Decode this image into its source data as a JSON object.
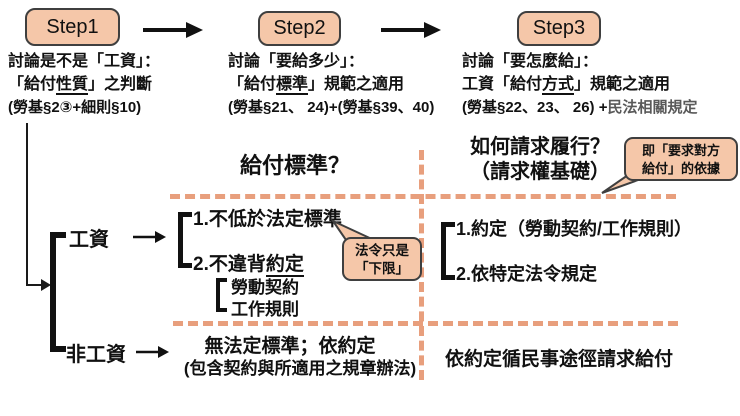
{
  "colors": {
    "peach": "#f5c7a9",
    "dash_line": "#e89f7d",
    "gray_text": "#595959"
  },
  "steps": [
    {
      "label": "Step1",
      "line1": "討論是不是「工資」：",
      "line2_pre": "「給付",
      "line2_u": "性質",
      "line2_post": "」之判斷",
      "line3": "(勞基§2③+細則§10)",
      "line3_gray": ""
    },
    {
      "label": "Step2",
      "line1": "討論「要給多少」：",
      "line2_pre": "「給付",
      "line2_u": "標準",
      "line2_post": "」規範之適用",
      "line3": "(勞基§21、 24)+(勞基§39、40)",
      "line3_gray": ""
    },
    {
      "label": "Step3",
      "line1": "討論「要怎麼給」：",
      "line2_pre": "工資「給付",
      "line2_u": "方式",
      "line2_post": "」規範之適用",
      "line3": "(勞基§22、23、 26) +",
      "line3_gray": "民法相關規定"
    }
  ],
  "grid": {
    "standard_heading": "給付標準？",
    "request_heading_line1": "如何請求履行？",
    "request_heading_line2": "（請求權基礎）"
  },
  "callouts": {
    "basis_line1": "即「要求對方",
    "basis_line2": "給付」的依據",
    "floor_line1": "法令只是",
    "floor_line2": "「下限」"
  },
  "tree": {
    "wage_label": "工資",
    "nonwage_label": "非工資",
    "wage_standard_item1": "1.不低於法定標準",
    "wage_standard_item2_pre": "2.不違背",
    "wage_standard_item2_u": "約定",
    "wage_standard_sub1": "勞動契約",
    "wage_standard_sub2": "工作規則",
    "wage_request_item1": "1.約定（勞動契約/工作規則）",
    "wage_request_item2": "2.依特定法令規定",
    "nonwage_standard_line1": "無法定標準；依約定",
    "nonwage_standard_line2": "(包含契約與所適用之規章辦法)",
    "nonwage_request": "依約定循民事途徑請求給付"
  }
}
